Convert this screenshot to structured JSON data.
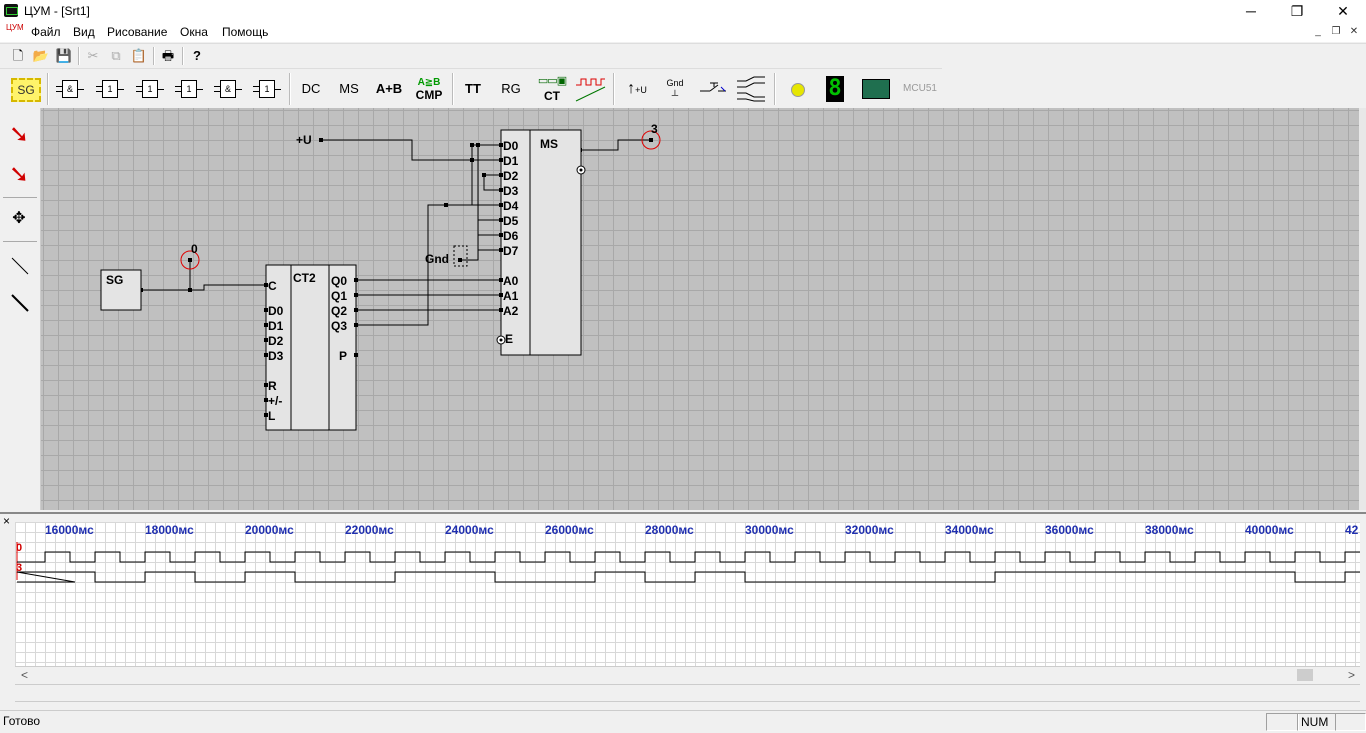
{
  "window": {
    "title": "ЦУМ - [Srt1]",
    "minimize": "─",
    "maximize": "❐",
    "close": "✕"
  },
  "menu": {
    "app_icon_text": "ЦУМ",
    "items": [
      "Файл",
      "Вид",
      "Рисование",
      "Окна",
      "Помощь"
    ],
    "mdi_min": "_",
    "mdi_restore": "❐",
    "mdi_close": "✕"
  },
  "toolbar1": {
    "new": "🗋",
    "open": "📂",
    "save": "💾",
    "cut": "✂",
    "copy": "⧉",
    "paste": "📋",
    "print": "🖶",
    "help": "?"
  },
  "toolbar2": {
    "sg": "SG",
    "and": "&",
    "buf": "1",
    "not": "1",
    "or": "1",
    "nand": "&",
    "nor": "1",
    "dc": "DC",
    "ms": "MS",
    "adder": "A+B",
    "cmp_top": "A≧B",
    "cmp": "CMP",
    "tt": "TT",
    "rg": "RG",
    "ct": "CT",
    "plus_u": "+U",
    "gnd": "Gnd",
    "mcu": "MCU51"
  },
  "circuit": {
    "sg_label": "SG",
    "probe0": "0",
    "probe3": "3",
    "plus_u": "+U",
    "gnd": "Gnd",
    "ct2": {
      "title": "CT2",
      "inputs": [
        "C",
        "D0",
        "D1",
        "D2",
        "D3",
        "R",
        "+/-",
        "L"
      ],
      "outputs": [
        "Q0",
        "Q1",
        "Q2",
        "Q3",
        "P"
      ]
    },
    "ms": {
      "title": "MS",
      "inputs": [
        "D0",
        "D1",
        "D2",
        "D3",
        "D4",
        "D5",
        "D6",
        "D7",
        "A0",
        "A1",
        "A2",
        "E"
      ]
    }
  },
  "timing": {
    "close": "×",
    "labels": [
      "16000мс",
      "18000мс",
      "20000мс",
      "22000мс",
      "24000мс",
      "26000мс",
      "28000мс",
      "30000мс",
      "32000мс",
      "34000мс",
      "36000мс",
      "38000мс",
      "40000мс",
      "42"
    ],
    "signals": [
      "0",
      "3"
    ],
    "scroll_left": "<",
    "scroll_right": ">"
  },
  "status": {
    "text": "Готово",
    "num": "NUM"
  },
  "colors": {
    "time_label": "#1f2fb0",
    "signal_label": "#d00000",
    "canvas": "#c0c0c0",
    "led": "#e6e600",
    "seg": "#00c000"
  }
}
